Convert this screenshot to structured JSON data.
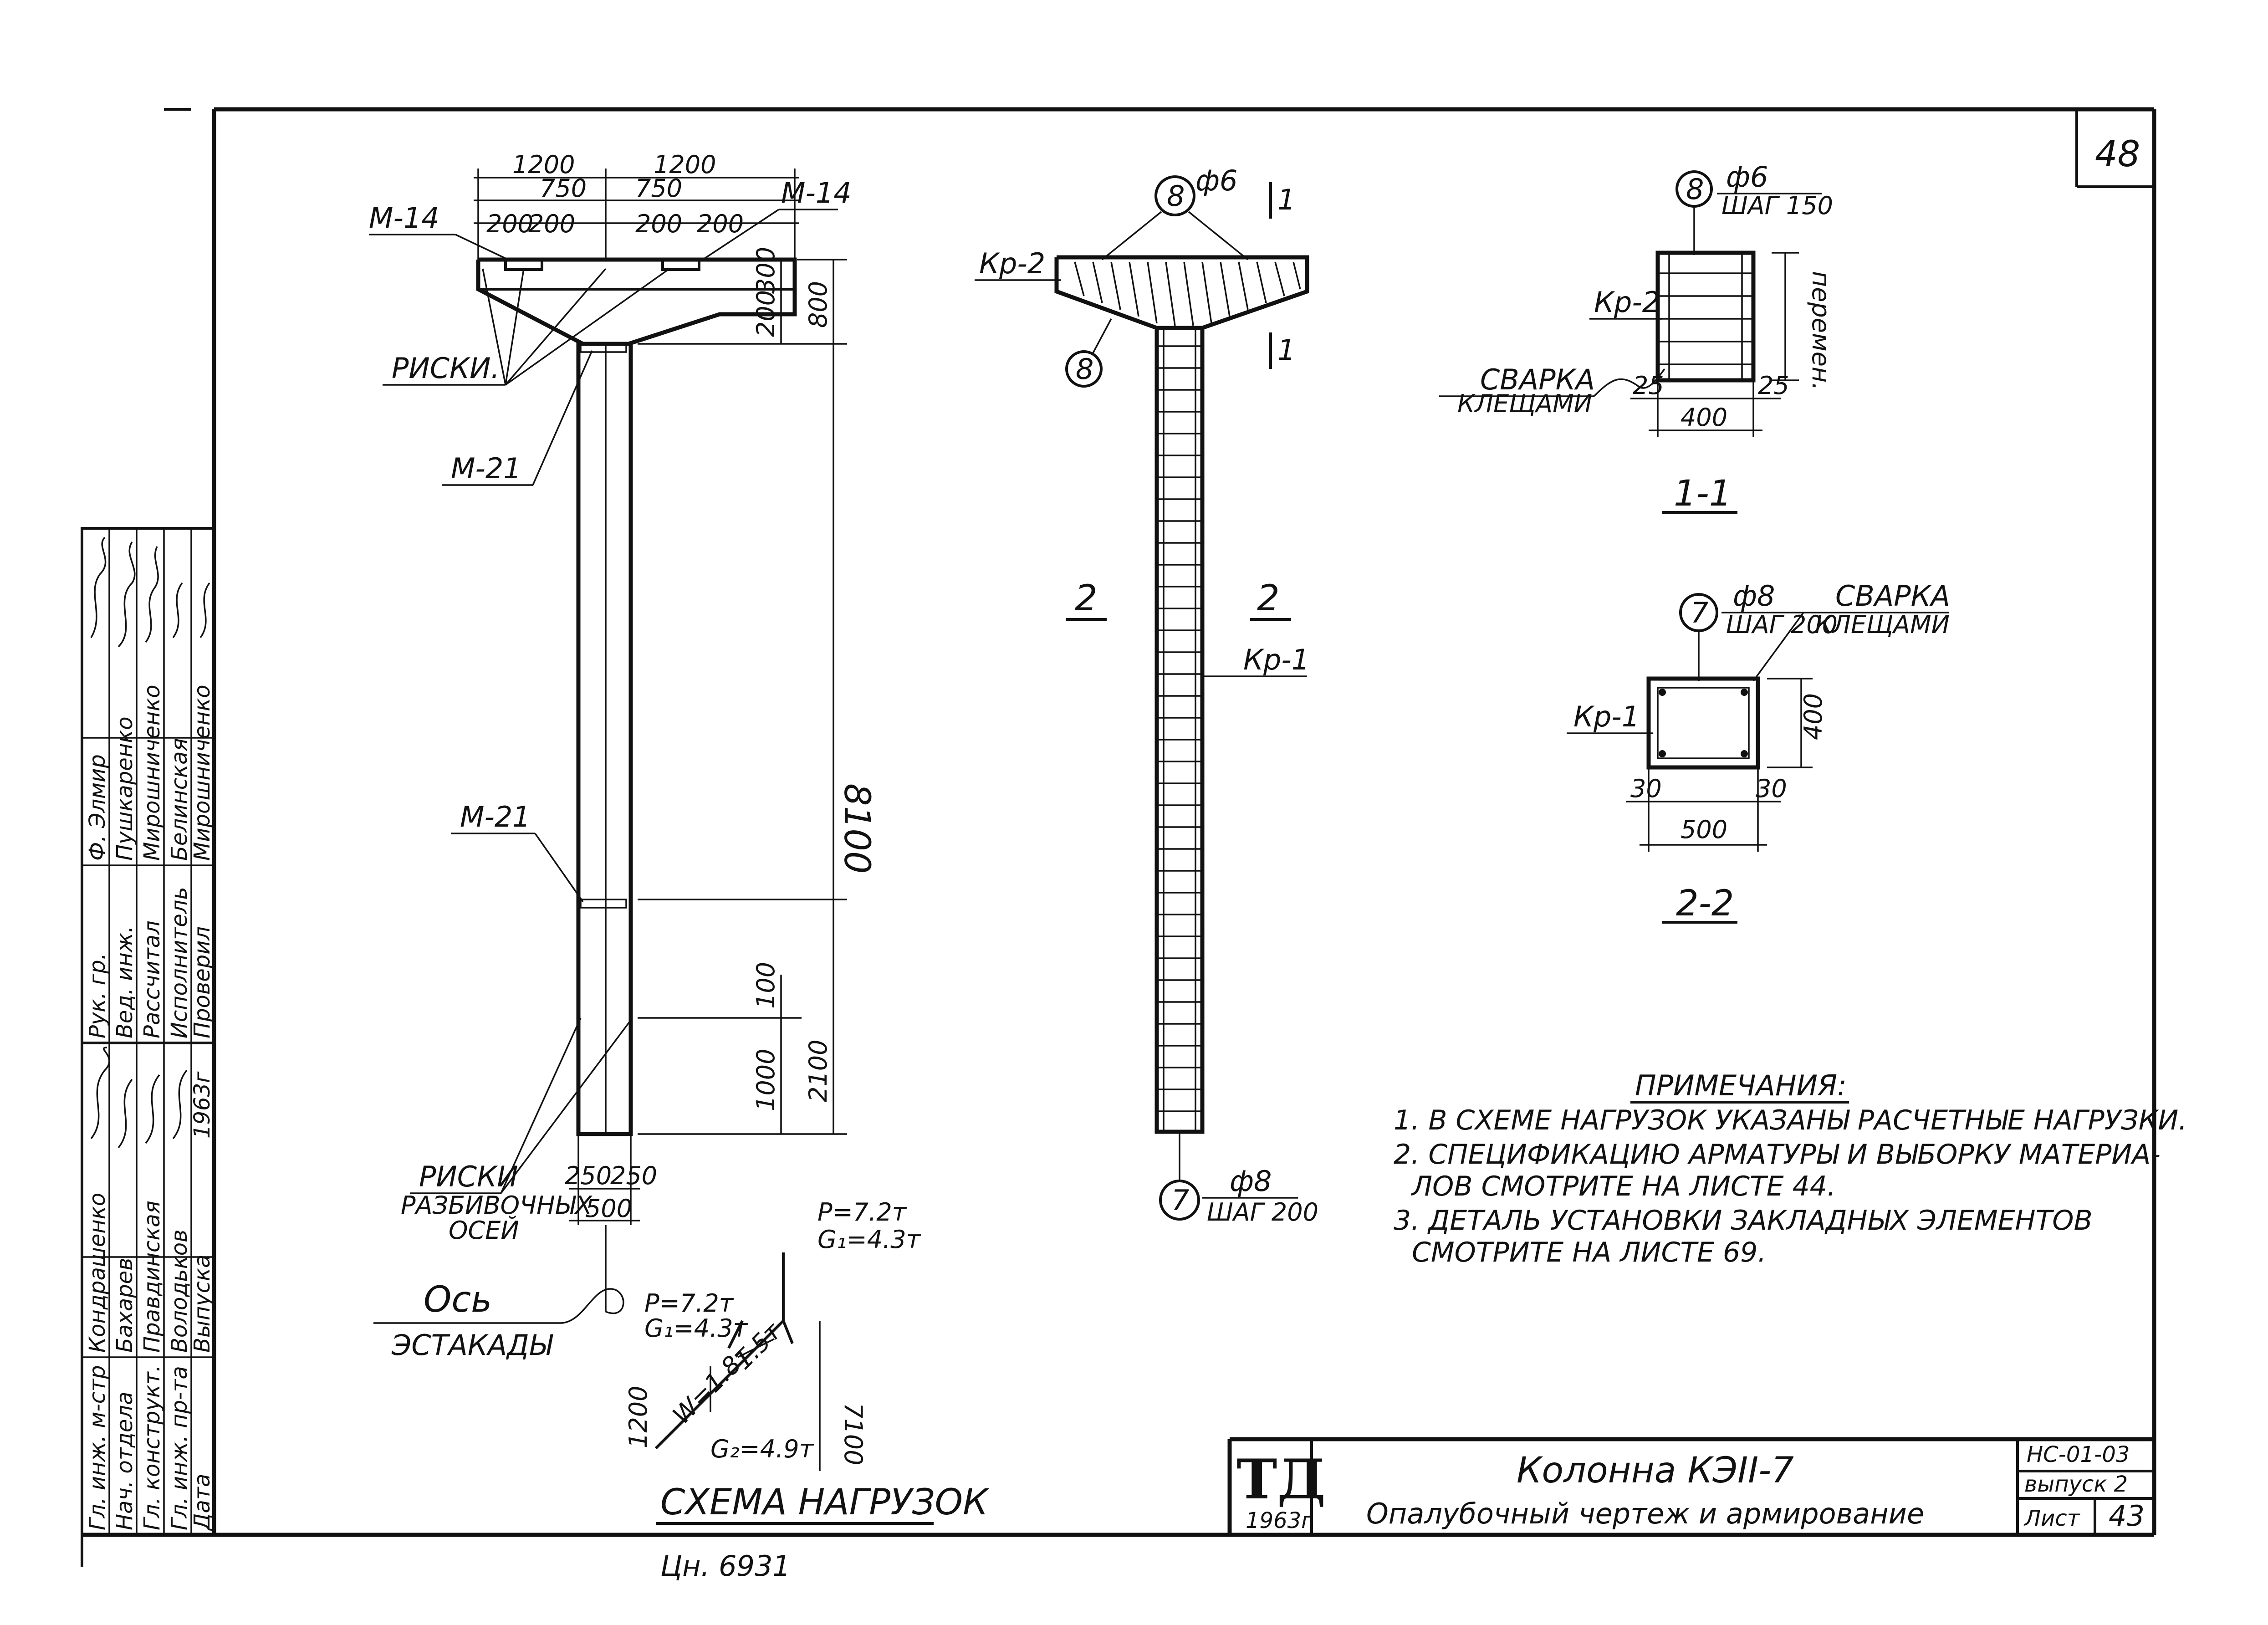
{
  "sheet_corner_number": "48",
  "elevation": {
    "dims_top": [
      "1200",
      "1200"
    ],
    "dims_mid": [
      "750",
      "750"
    ],
    "dims_small": [
      "200",
      "200",
      "200",
      "200"
    ],
    "embed_top_left": "М-14",
    "embed_top_right": "М-14",
    "embed_mid": "М-21",
    "embed_lower": "М-21",
    "risk_label": "РИСКИ.",
    "dims_right_head": [
      "300",
      "200",
      "800"
    ],
    "height_total": "8100",
    "height_lower": "2100",
    "dim_1000": "1000",
    "dim_100": "100",
    "bottom_dims": [
      "250",
      "250"
    ],
    "bottom_width": "500",
    "risks_axes_line1": "РИСКИ",
    "risks_axes_line2": "РАЗБИВОЧНЫХ",
    "risks_axes_line3": "ОСЕЙ",
    "axis_line1": "Ось",
    "axis_line2": "ЭСТАКАДЫ"
  },
  "load_scheme": {
    "title": "СХЕМА НАГРУЗОК",
    "p_left": "Р=7.2т",
    "g_left": "G₁=4.3т",
    "p_right": "Р=7.2т",
    "g_right": "G₁=4.3т",
    "w_left": "W=1.8т",
    "w_right": "1.5т",
    "g_bottom": "G₂=4.9т",
    "dim_1200": "1200",
    "dim_7100": "7100"
  },
  "reinforcement": {
    "mark_8": "8",
    "phi6": "ф6",
    "kp2": "Кр-2",
    "kp1": "Кр-1",
    "section_mark": "1",
    "section_2": "2",
    "mark_7": "7",
    "phi8": "ф8",
    "step200": "ШАГ 200"
  },
  "section_1_1": {
    "title": "1-1",
    "mark": "8",
    "phi": "ф6",
    "step": "ШАГ 150",
    "kp": "Кр-2",
    "height_label": "перемен.",
    "weld_line1": "СВАРКА",
    "weld_line2": "КЛЕЩАМИ",
    "cover_left": "25",
    "cover_right": "25",
    "width": "400"
  },
  "section_2_2": {
    "title": "2-2",
    "mark": "7",
    "phi": "ф8",
    "step": "ШАГ 200",
    "weld_line1": "СВАРКА",
    "weld_line2": "КЛЕЩАМИ",
    "kp": "Кр-1",
    "height": "400",
    "cover_left": "30",
    "cover_right": "30",
    "width": "500"
  },
  "notes": {
    "title": "ПРИМЕЧАНИЯ:",
    "items": [
      "1. В СХЕМЕ НАГРУЗОК УКАЗАНЫ РАСЧЕТНЫЕ НАГРУЗКИ.",
      "2. СПЕЦИФИКАЦИЮ АРМАТУРЫ И ВЫБОРКУ МАТЕРИА-",
      "ЛОВ СМОТРИТЕ НА ЛИСТЕ 44.",
      "3. ДЕТАЛЬ УСТАНОВКИ ЗАКЛАДНЫХ ЭЛЕМЕНТОВ",
      "СМОТРИТЕ НА ЛИСТЕ 69."
    ]
  },
  "title_block": {
    "logo": "ТД",
    "year": "1963г",
    "name_line1": "Колонна КЭII-7",
    "name_line2": "Опалубочный чертеж и армирование",
    "code": "НС-01-03",
    "issue": "выпуск 2",
    "sheet_label": "Лист",
    "sheet_number": "43"
  },
  "side_stamp": {
    "col1": [
      "Гл. инж. м-стр",
      "Нач. отдела",
      "Гл. конструкт.",
      "Гл. инж. пр-та",
      "Дата"
    ],
    "col2": [
      "Кондрашенко",
      "Бахарев",
      "Правдинская",
      "Володьков",
      "Выпуска"
    ],
    "col3": [
      "Рук. гр.",
      "Вед. инж.",
      "Рассчитал",
      "Исполнитель",
      "Проверил"
    ],
    "col4": [
      "Ф. Элмир",
      "Пушкаренко",
      "Мирошниченко",
      "Белинская",
      "Мирошниченко"
    ],
    "date_value": "1963г"
  },
  "inventory_number": "Цн. 6931"
}
